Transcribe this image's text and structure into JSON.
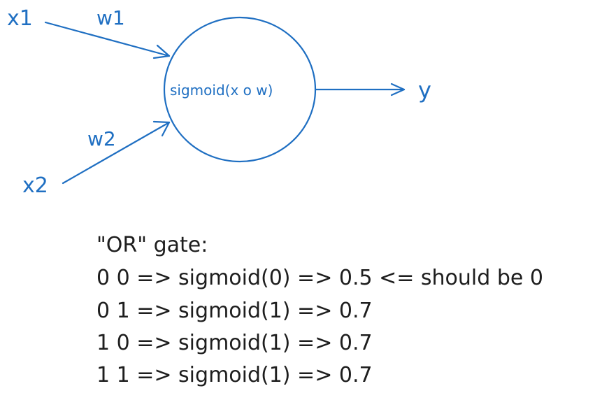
{
  "neuron": {
    "input1_label": "x1",
    "input2_label": "x2",
    "weight1_label": "w1",
    "weight2_label": "w2",
    "function_label": "sigmoid(x o w)",
    "output_label": "y"
  },
  "truth_table": {
    "title": "\"OR\" gate:",
    "rows": [
      "0 0 => sigmoid(0) => 0.5 <= should be 0",
      "0 1 => sigmoid(1) => 0.7",
      "1 0 => sigmoid(1) => 0.7",
      "1 1 => sigmoid(1) => 0.7"
    ]
  },
  "colors": {
    "diagram_blue": "#1f6fc2",
    "text_dark": "#1e1e1e",
    "background": "#ffffff"
  }
}
